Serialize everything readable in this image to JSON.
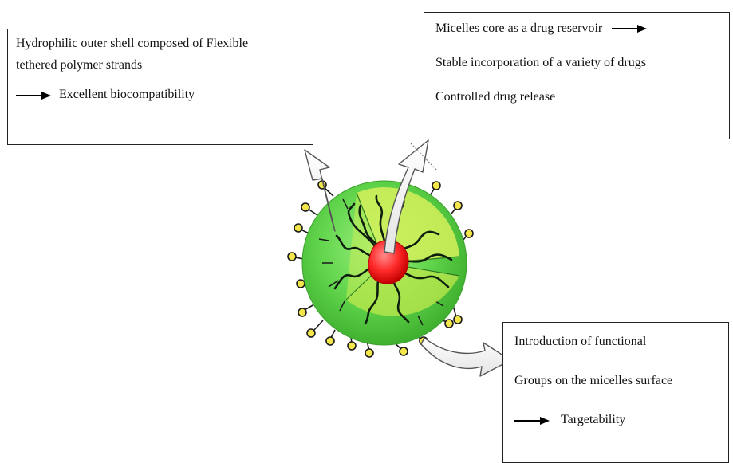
{
  "boxes": {
    "shell": {
      "line1": "Hydrophilic outer shell composed of Flexible",
      "line2": "tethered polymer strands",
      "result": "Excellent biocompatibility"
    },
    "core": {
      "line1": "Micelles core as a drug reservoir",
      "line2": "Stable incorporation of a variety of drugs",
      "line3": "Controlled drug release"
    },
    "functional": {
      "line1": "Introduction of functional",
      "line2": "Groups on the micelles surface",
      "result": "Targetability"
    }
  },
  "colors": {
    "shell_green": "#5fd34a",
    "core_red": "#ff2a2a",
    "ligand_yellow": "#f4e84a",
    "strand": "#102010",
    "border": "#222222"
  }
}
